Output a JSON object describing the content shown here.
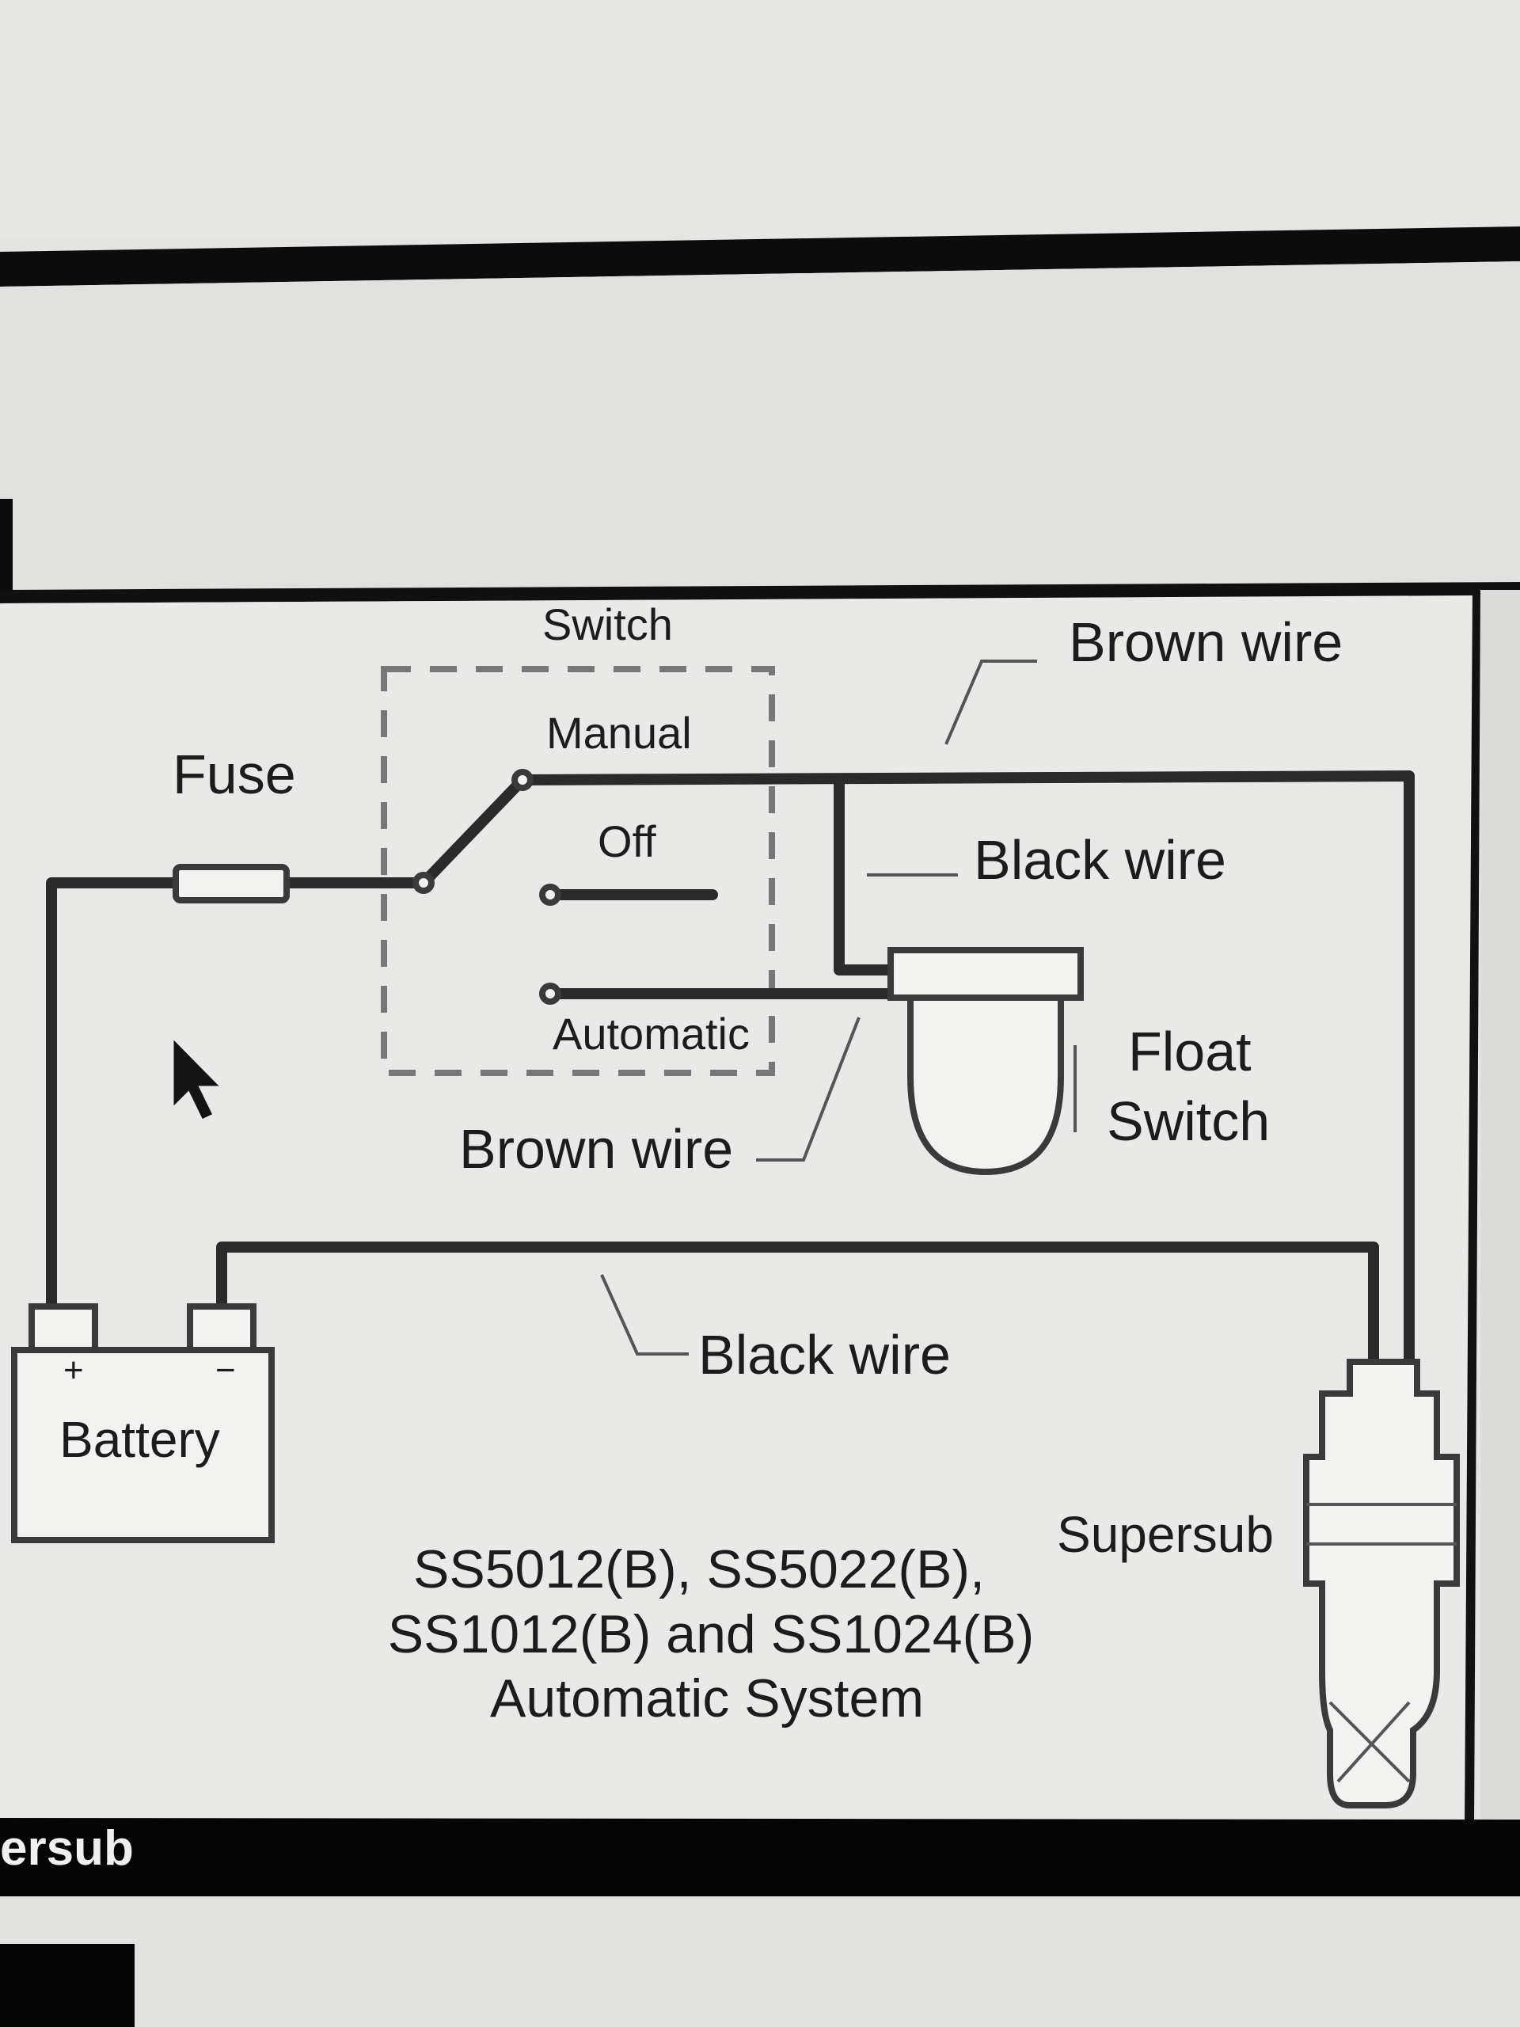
{
  "labels": {
    "switch": "Switch",
    "manual": "Manual",
    "off": "Off",
    "automatic": "Automatic",
    "fuse": "Fuse",
    "brown_wire_top": "Brown wire",
    "black_wire_mid": "Black wire",
    "brown_wire_bottom": "Brown wire",
    "float_switch_line1": "Float",
    "float_switch_line2": "Switch",
    "black_wire_bottom": "Black wire",
    "battery": "Battery",
    "supersub": "Supersub",
    "models_line1": "SS5012(B), SS5022(B),",
    "models_line2": "SS1012(B) and SS1024(B)",
    "models_line3": "Automatic System",
    "footer_fragment": "ersub"
  },
  "colors": {
    "background": "#e4e4e2",
    "diagram_panel": "#e9e9e7",
    "frame": "#0c0c0c",
    "wire": "#2a2a2a"
  },
  "icons": [
    "mouse-pointer-icon"
  ]
}
